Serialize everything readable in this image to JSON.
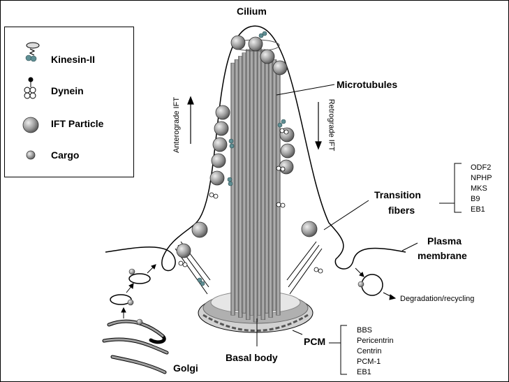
{
  "title": "Cilium",
  "legend": {
    "items": [
      {
        "label": "Kinesin-II",
        "icon": "kinesin-icon"
      },
      {
        "label": "Dynein",
        "icon": "dynein-icon"
      },
      {
        "label": "IFT Particle",
        "icon": "ift-particle-icon"
      },
      {
        "label": "Cargo",
        "icon": "cargo-icon"
      }
    ]
  },
  "labels": {
    "microtubules": "Microtubules",
    "anterograde": "Anterograde IFT",
    "retrograde": "Retrograde IFT",
    "transition_fibers_1": "Transition",
    "transition_fibers_2": "fibers",
    "plasma_membrane_1": "Plasma",
    "plasma_membrane_2": "membrane",
    "degradation": "Degradation/recycling",
    "pcm": "PCM",
    "basal_body": "Basal body",
    "golgi": "Golgi"
  },
  "transition_proteins": [
    "ODF2",
    "NPHP",
    "MKS",
    "B9",
    "EB1"
  ],
  "pcm_proteins": [
    "BBS",
    "Pericentrin",
    "Centrin",
    "PCM-1",
    "EB1"
  ],
  "colors": {
    "particle": "#8a8a8a",
    "cargo": "#9e9e9e",
    "kinesin": "#5f8f94",
    "tubule": "#8c8c8c"
  }
}
